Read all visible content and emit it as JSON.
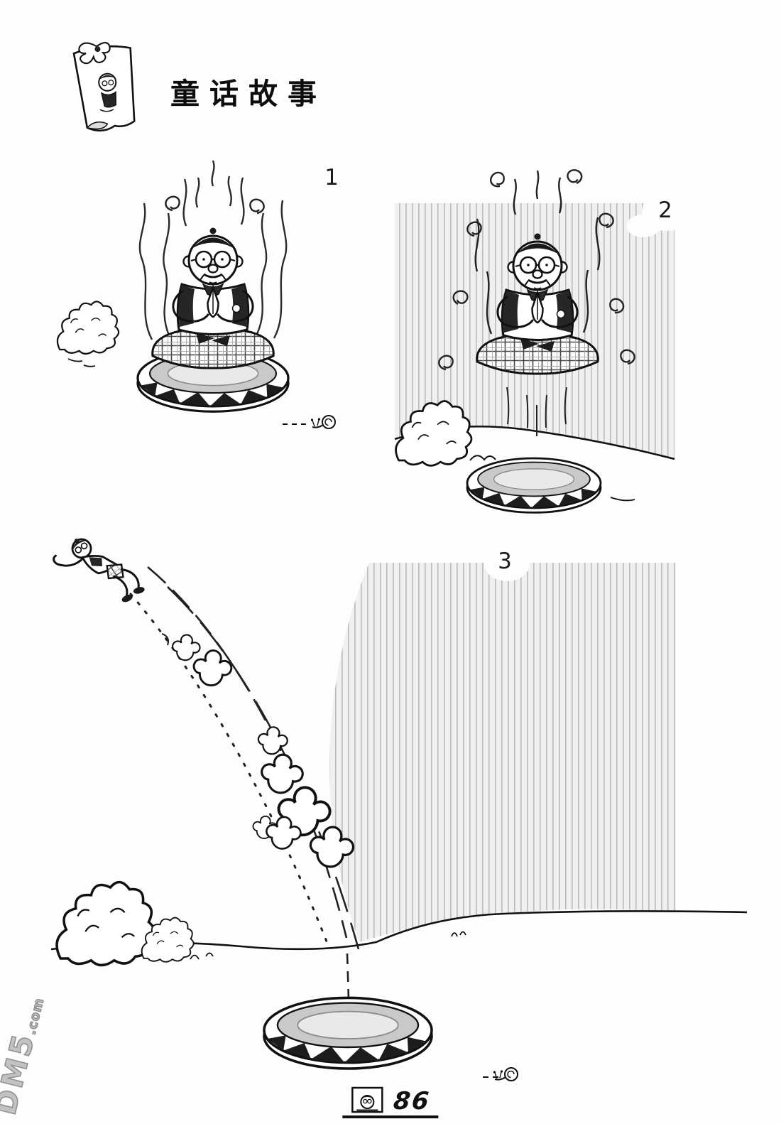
{
  "header": {
    "title": "童话故事",
    "logo_icon": "stamp-portrait-icon"
  },
  "panels": [
    {
      "number": "1"
    },
    {
      "number": "2"
    },
    {
      "number": "3"
    }
  ],
  "footer": {
    "icon": "character-face-icon",
    "page_number": "86"
  },
  "watermark": {
    "main": "DM5",
    "suffix": ".com"
  }
}
